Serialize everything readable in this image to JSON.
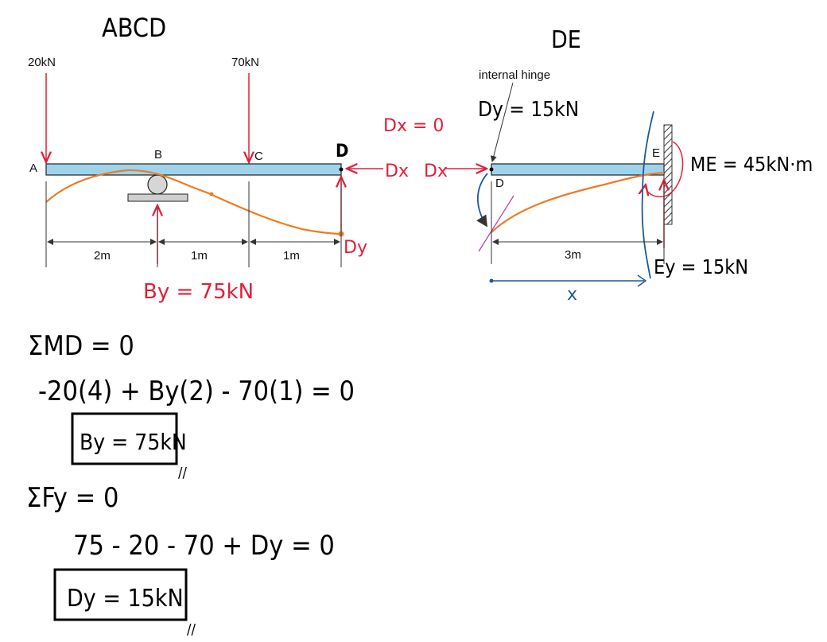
{
  "titles": {
    "abcd": "ABCD",
    "de": "DE"
  },
  "beam_abcd": {
    "load_a": "20kN",
    "load_c": "70kN",
    "label_a": "A",
    "label_b": "B",
    "label_c": "C",
    "label_d": "D",
    "span_ab": "2m",
    "span_bc": "1m",
    "span_cd": "1m",
    "reaction_b": "By = 75kN",
    "dx_label": "Dx",
    "dx_zero": "Dx = 0",
    "dy_label": "Dy"
  },
  "beam_de": {
    "hinge_note": "internal hinge",
    "dy_value": "Dy = 15kN",
    "dx_label": "Dx",
    "label_d": "D",
    "label_e": "E",
    "moment_e": "ME = 45kN·m",
    "reaction_e": "Ey = 15kN",
    "span_de": "3m",
    "x_label": "x"
  },
  "equations": {
    "sum_md": "ΣMD = 0",
    "moment_eq": "-20(4) + By(2) - 70(1) = 0",
    "by_result": "By = 75kN",
    "sum_fy": "ΣFy = 0",
    "force_eq": "75 - 20 - 70 + Dy = 0",
    "dy_result": "Dy = 15kN",
    "check_mark": "//"
  },
  "colors": {
    "beam": "#9fd3ec",
    "red": "#e0203a",
    "orange": "#ee7b22",
    "blue": "#1e5a96"
  }
}
